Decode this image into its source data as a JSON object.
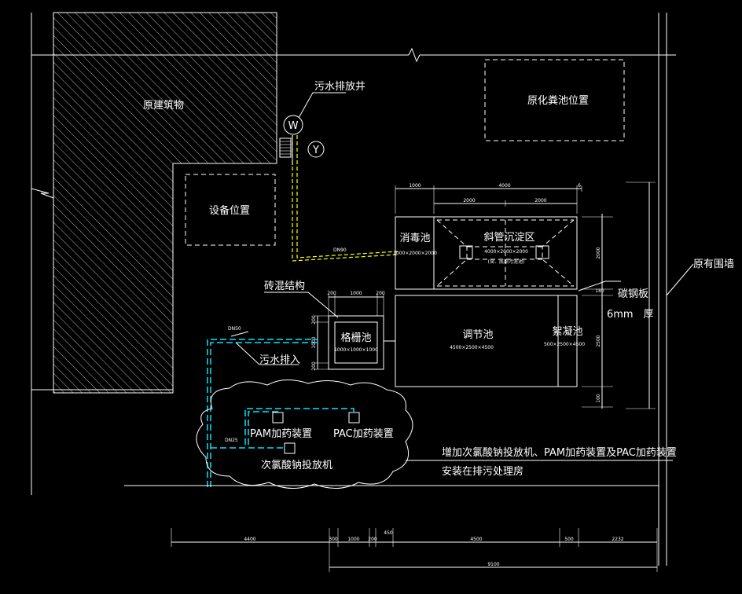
{
  "labels": {
    "existing_building": "原建筑物",
    "sewage_outlet_well": "污水排放井",
    "well_w": "W",
    "well_y": "Y",
    "original_septic_tank": "原化粪池位置",
    "equipment_location": "设备位置",
    "disinfection_tank": "消毒池",
    "disinfection_tank_dims": "1000×2000×2000",
    "inclined_tube_settler": "斜管沉淀区",
    "settler_dims": "4000×2000×2000",
    "settler_note": "(含、底部污泥池)",
    "existing_wall": "原有围墙",
    "carbon_steel_plate": "碳钢板",
    "thickness": "6mm　厚",
    "brick_concrete": "砖混结构",
    "grating_tank": "格栅池",
    "grating_dims": "1000×1000×1000",
    "regulating_tank": "调节池",
    "regulating_dims": "4500×2500×4500",
    "coagulation_tank": "絮凝池",
    "coagulation_dims": "500×2500×4500",
    "sewage_inlet": "污水排入",
    "pam_device": "PAM加药装置",
    "pac_device": "PAC加药装置",
    "hypochlorite_dispenser": "次氯酸钠投放机",
    "note_line1": "增加次氯酸钠投放机、PAM加药装置及PAC加药装置",
    "note_line2": "安装在排污处理房"
  },
  "pipes": {
    "dn90": "DN90",
    "dn50": "DN50",
    "dn25": "DN25"
  },
  "dimensions": {
    "top_1000": "1000",
    "top_4000": "4000",
    "top_6": "6",
    "top_2000a": "2000",
    "top_2000b": "2000",
    "right_2000": "2000",
    "right_2500": "2500",
    "right_180": "180",
    "right_100": "100",
    "grating_200a": "200",
    "grating_1000": "1000",
    "grating_200b": "200",
    "grating_left_200a": "200",
    "grating_left_1000": "1000",
    "grating_left_200b": "200",
    "bottom_4400": "4400",
    "bottom_300": "300",
    "bottom_1000": "1000",
    "bottom_200": "200",
    "bottom_450": "450",
    "bottom_4500": "4500",
    "bottom_500": "500",
    "bottom_2232": "2232",
    "bottom_total": "9100"
  },
  "colors": {
    "background": "#000000",
    "linework": "#ffffff",
    "sewage_pipe": "#ffff00",
    "dosing_pipe": "#00e5ff"
  }
}
